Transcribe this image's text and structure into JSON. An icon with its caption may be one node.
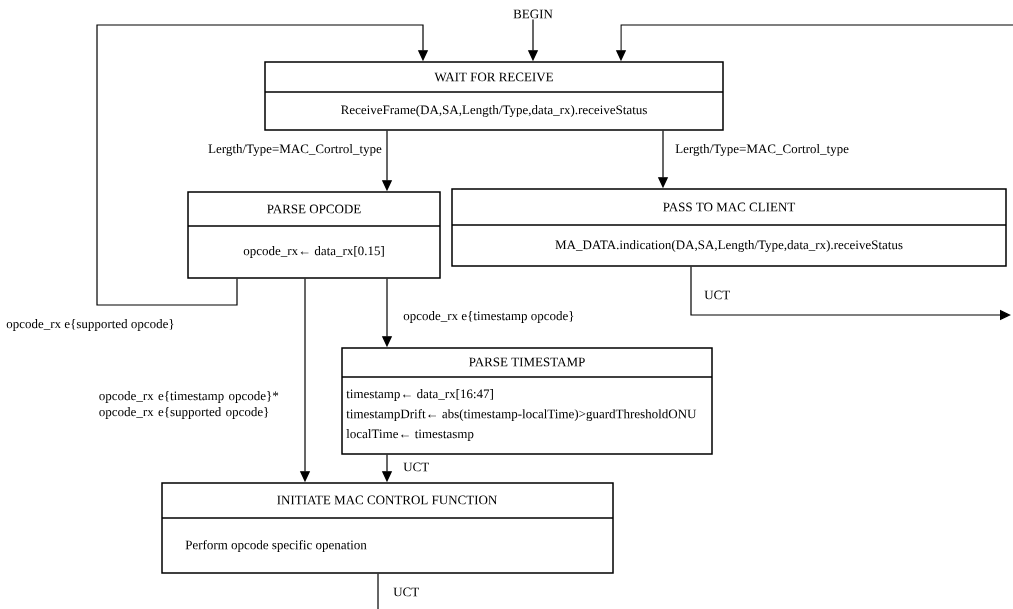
{
  "diagram": {
    "nodes": [
      {
        "text": [
          "BEGIN"
        ]
      },
      {
        "text": [
          "WAIT FOR RECEIVE",
          "ReceiveFrame(DA,SA,Length/Type,data_rx).receiveStatus"
        ]
      },
      {
        "text": [
          "PARSE OPCODE",
          "opcode_rx← data_rx[0.15]"
        ]
      },
      {
        "text": [
          "PASS TO MAC CLIENT",
          "MA_DATA.indication(DA,SA,Length/Type,data_rx).receiveStatus"
        ]
      },
      {
        "text": [
          "PARSE TIMESTAMP",
          "timestamp← data_rx[16:47]",
          "timestampDrift← abs(timestamp-localTime)>guardThresholdONU",
          "localTime← timestasmp"
        ]
      },
      {
        "text": [
          "INITIATE MAC CONTROL FUNCTION",
          "Perform opcode specific openation"
        ]
      }
    ],
    "edges": [
      {
        "from": 0,
        "to": 1,
        "arrow": "to"
      },
      {
        "from": 1,
        "to": 2,
        "arrow": "to",
        "label": "Lergth/Type=MAC_Cortrol_type"
      },
      {
        "from": 1,
        "to": 3,
        "arrow": "to",
        "label": "Lergth/Type=MAC_Cortrol_type"
      },
      {
        "from": 2,
        "to": 1,
        "arrow": "to",
        "label": "opcode_rx e{supported opcode}"
      },
      {
        "from": 2,
        "to": 4,
        "arrow": "to",
        "label": "opcode_rx e{timestamp opcode}"
      },
      {
        "from": 2,
        "to": 5,
        "arrow": "to",
        "label": "opcode_rx e{timestamp opcode}* opcode_rx e{supported opcode}"
      },
      {
        "from": 3,
        "to": null,
        "arrow": "to",
        "label": "UCT"
      },
      {
        "from": 4,
        "to": 5,
        "arrow": "to",
        "label": "UCT"
      },
      {
        "from": 5,
        "to": null,
        "arrow": "none",
        "label": "UCT"
      },
      {
        "from": null,
        "to": 1,
        "arrow": "to"
      }
    ]
  }
}
